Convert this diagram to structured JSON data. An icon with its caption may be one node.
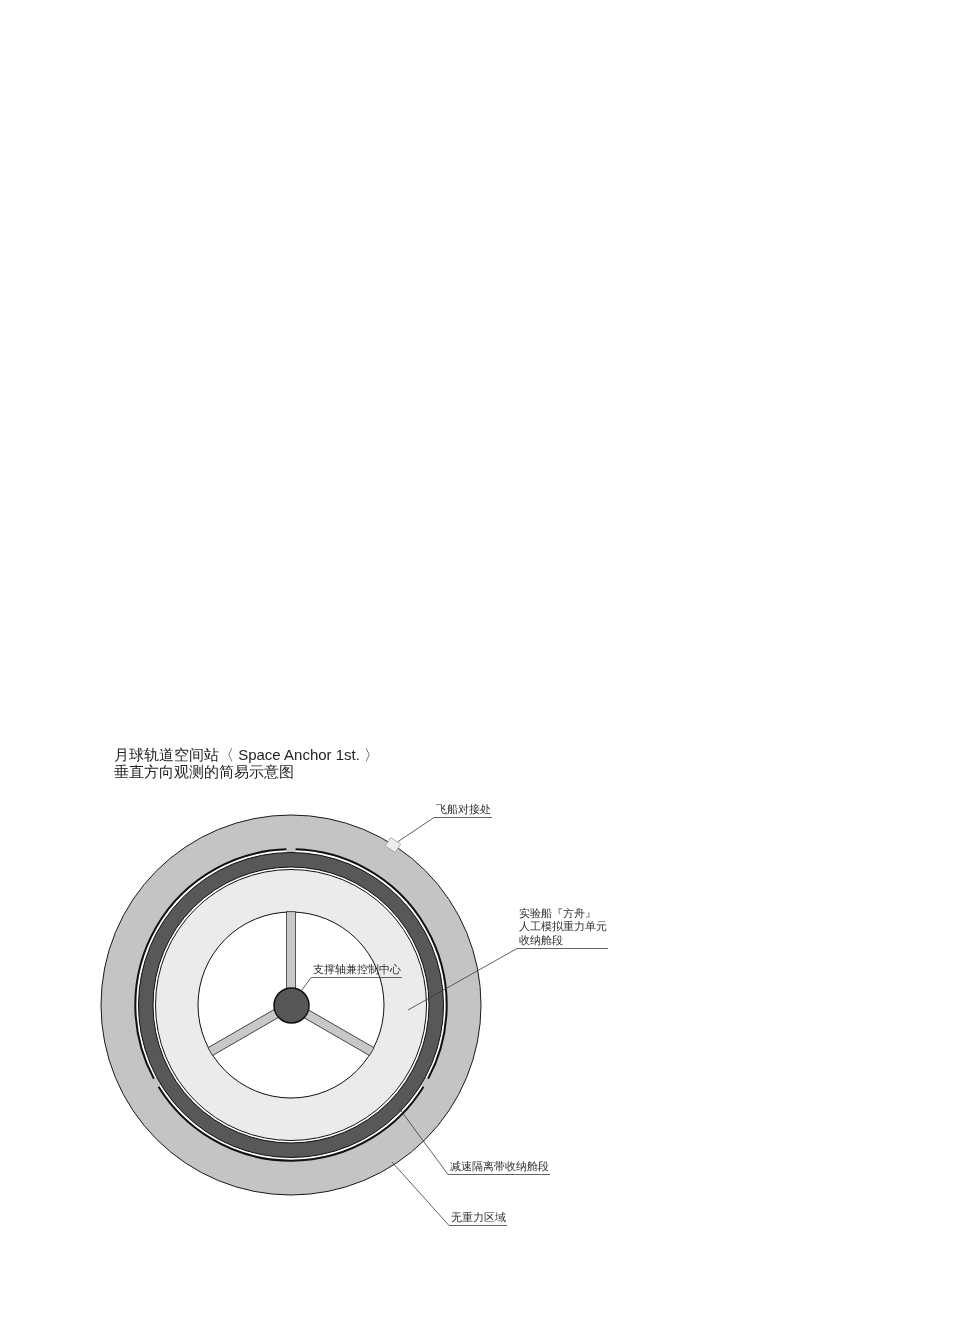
{
  "diagram": {
    "title": "月球轨道空间站〈 Space Anchor 1st. 〉垂直方向观测的简易示意图",
    "nodes": [
      {
        "text": [
          "飞船对接处"
        ]
      },
      {
        "text": [],
        "shape": "box"
      },
      {
        "text": [
          "实验船『方舟』人工模拟重力单元收纳舱段"
        ]
      },
      {
        "text": [
          "支撑轴兼控制中心"
        ]
      },
      {
        "text": [],
        "shape": "circle"
      },
      {
        "text": [
          "减速隔离带收纳舱段"
        ]
      },
      {
        "text": [
          "无重力区域"
        ]
      }
    ],
    "edges": [
      {
        "from": 0,
        "to": 1,
        "arrow": "none"
      },
      {
        "from": 2,
        "to": null,
        "arrow": "none"
      },
      {
        "from": 3,
        "to": 4,
        "arrow": "none"
      },
      {
        "from": 5,
        "to": null,
        "arrow": "none"
      },
      {
        "from": 6,
        "to": null,
        "arrow": "none"
      }
    ]
  }
}
